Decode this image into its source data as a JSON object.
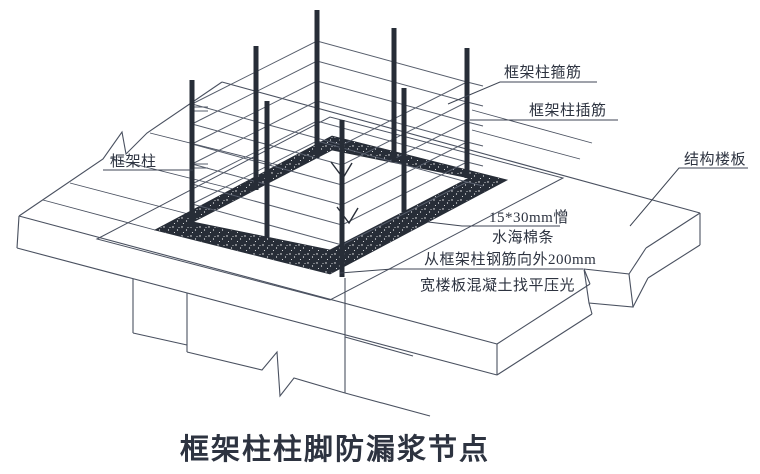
{
  "figure": {
    "title": "框架柱柱脚防漏浆节点",
    "labels": {
      "stirrup": "框架柱箍筋",
      "dowel": "框架柱插筋",
      "column": "框架柱",
      "slab": "结构楼板",
      "sponge_line1": "15*30mm憎",
      "sponge_line2": "水海棉条",
      "slurry_line1": "从框架柱钢筋向外200mm",
      "slurry_line2": "宽楼板混凝土找平压光"
    },
    "colors": {
      "line": "#4a5160",
      "ink": "#272d37",
      "text": "#2d3340"
    }
  }
}
